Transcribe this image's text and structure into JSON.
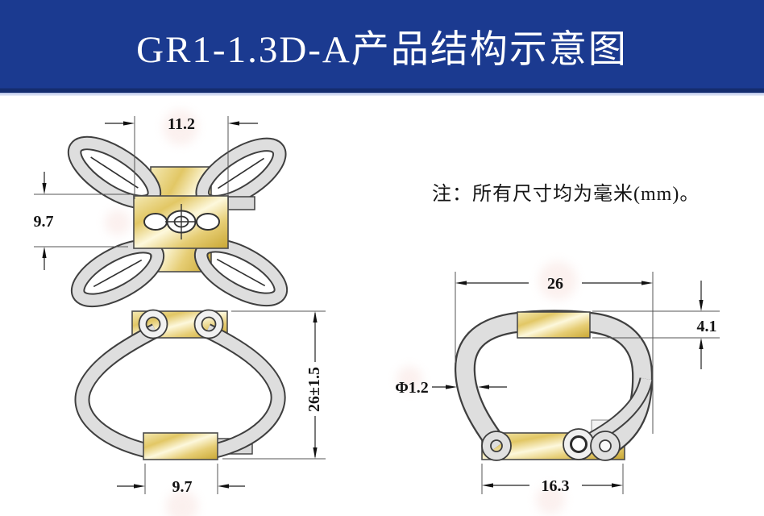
{
  "header": {
    "title": "GR1-1.3D-A产品结构示意图"
  },
  "note": {
    "text": "注：所有尺寸均为毫米(mm)。"
  },
  "dimensions": {
    "top_width": "11.2",
    "top_height": "9.7",
    "front_height": "26±1.5",
    "front_base_width": "9.7",
    "side_width": "26",
    "side_block_height": "4.1",
    "wire_diameter": "Φ1.2",
    "side_base_width": "16.3"
  },
  "colors": {
    "banner_blue": "#1b3a90",
    "banner_edge": "#142c6e",
    "metal_gold_light": "#fdf8dc",
    "metal_gold_dark": "#c9a733",
    "wire_grey": "#dedede",
    "line_black": "#141414"
  }
}
